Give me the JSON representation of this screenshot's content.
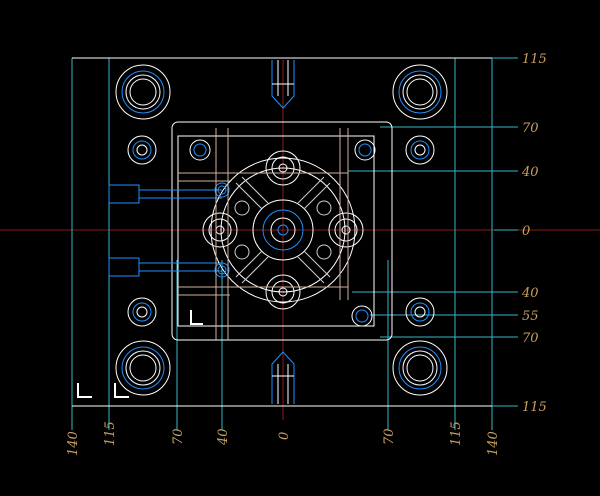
{
  "drawing": {
    "background": "#000000",
    "colors": {
      "outline": "#ffffff",
      "dim_line": "#33b6c8",
      "dim_text": "#c8a060",
      "hole_blue": "#1e90ff",
      "axis_red": "#8b1a1a",
      "runner": "#d0d0d0"
    },
    "right_labels": [
      "115",
      "70",
      "40",
      "0",
      "40",
      "55",
      "70",
      "115"
    ],
    "bottom_labels": [
      "140",
      "115",
      "70",
      "40",
      "0",
      "70",
      "115",
      "140"
    ]
  }
}
